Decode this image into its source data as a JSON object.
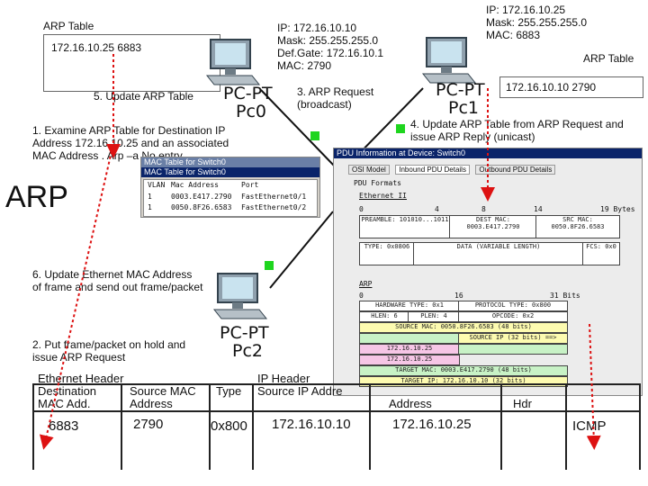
{
  "arp_table_pc0": {
    "title": "ARP Table",
    "entry": "172.16.10.25  6883"
  },
  "pc0": {
    "label_top": "PC-PT",
    "label_bottom": "Pc0",
    "ip": "IP: 172.16.10.10",
    "mask": "Mask: 255.255.255.0",
    "gateway": "Def.Gate: 172.16.10.1",
    "mac": "MAC: 2790"
  },
  "pc1": {
    "label_top": "PC-PT",
    "label_bottom": "Pc1",
    "ip": "IP: 172.16.10.25",
    "mask": "Mask: 255.255.255.0",
    "mac": "MAC: 6883"
  },
  "arp_table_pc1": {
    "title": "ARP Table",
    "entry": "172.16.10.10  2790"
  },
  "pc2": {
    "label_top": "PC-PT",
    "label_bottom": "Pc2"
  },
  "steps": {
    "step1": "1. Examine ARP Table for Destination IP Address 172.16.10.25 and an associated MAC Address .    Arp –a     No entry",
    "step2": "2.  Put frame/packet on hold and issue ARP Request",
    "step3": "3. ARP Request (broadcast)",
    "step4": "4. Update ARP Table from ARP Request and issue ARP Reply (unicast)",
    "step5": "5. Update ARP Table",
    "step6": "6. Update Ethernet MAC Address of frame and send out frame/packet"
  },
  "arp_big_label": "ARP",
  "mac_table_window": {
    "title_back": "MAC Table for Switch0",
    "title": "MAC Table for Switch0",
    "columns": [
      "VLAN",
      "Mac Address",
      "Port"
    ],
    "rows": [
      [
        "1",
        "0003.E417.2790",
        "FastEthernet0/1"
      ],
      [
        "1",
        "0050.8F26.6583",
        "FastEthernet0/2"
      ]
    ]
  },
  "pdu_window": {
    "title": "PDU Information at Device: Switch0",
    "tabs": [
      "OSI Model",
      "Inbound PDU Details",
      "Outbound PDU Details"
    ],
    "format_label": "PDU Formats",
    "ethernet_label": "Ethernet II",
    "byte_ruler": [
      "0",
      "4",
      "8",
      "14",
      "19 Bytes"
    ],
    "preamble": "PREAMBLE: 101010...1011",
    "dest_mac": "DEST MAC: 0003.E417.2790",
    "src_mac": "SRC MAC: 0050.8F26.6583",
    "type": "TYPE: 0x0806",
    "data": "DATA (VARIABLE LENGTH)",
    "fcs": "FCS: 0x0",
    "arp_label": "ARP",
    "bit_ruler": [
      "0",
      "16",
      "31 Bits"
    ],
    "hw_type": "HARDWARE TYPE: 0x1",
    "proto_type": "PROTOCOL TYPE: 0x800",
    "hlen": "HLEN: 6",
    "plen": "PLEN: 4",
    "opcode": "OPCODE: 0x2",
    "source_mac": "SOURCE MAC: 0050.8F26.6583 (48 bits)",
    "source_ip_label": "SOURCE IP (32 bits) ==>",
    "source_ip": "172.16.10.25",
    "target_ip_small": "172.16.10.25",
    "target_mac": "TARGET MAC: 0003.E417.2790 (48 bits)",
    "target_ip": "TARGET IP: 172.16.10.10 (32 bits)"
  },
  "frame_table": {
    "ethernet_header": "Ethernet Header",
    "ip_header": "IP Header",
    "col_dest": "Destination MAC Add.",
    "col_src": "Source MAC Address",
    "col_type": "Type",
    "col_src_ip": "Source IP Addre",
    "col_address": "Address",
    "col_hdr": "Hdr",
    "dest_value": "6883",
    "src_value": "2790",
    "type_value": "0x800",
    "src_ip_value": "172.16.10.10",
    "dst_ip_value": "172.16.10.25",
    "proto_value": "ICMP"
  }
}
